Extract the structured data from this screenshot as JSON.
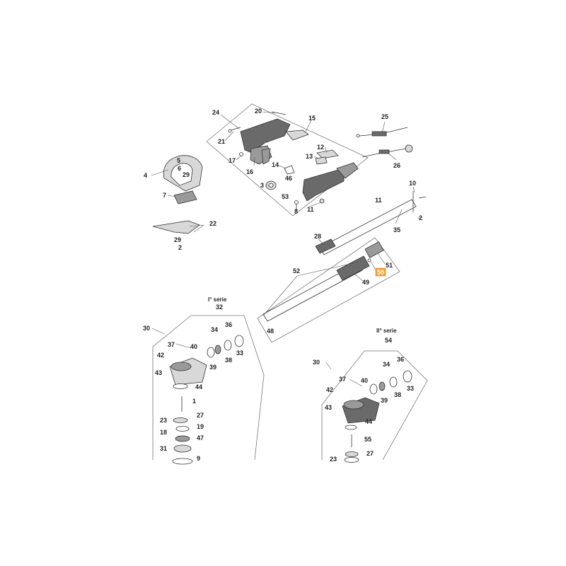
{
  "callouts": {
    "c24": "24",
    "c20": "20",
    "c15": "15",
    "c21": "21",
    "c17": "17",
    "c16": "16",
    "c12": "12",
    "c13": "13",
    "c14": "14",
    "c46": "46",
    "c3": "3",
    "c53": "53",
    "c8": "8",
    "c11a": "11",
    "c25": "25",
    "c26": "26",
    "c4": "4",
    "c5": "5",
    "c6": "6",
    "c29a": "29",
    "c7": "7",
    "c22": "22",
    "c29b": "29",
    "c2a": "2",
    "c10": "10",
    "c11b": "11",
    "c2b": "2",
    "c35": "35",
    "c28": "28",
    "c51": "51",
    "c50": "50",
    "c52": "52",
    "c49": "49",
    "c48": "48",
    "l30": "30",
    "l32": "32",
    "l37": "37",
    "l40": "40",
    "l34": "34",
    "l36": "36",
    "l42": "42",
    "l38": "38",
    "l33": "33",
    "l39": "39",
    "l43": "43",
    "l44": "44",
    "l1": "1",
    "l23": "23",
    "l27": "27",
    "l19": "19",
    "l18": "18",
    "l47": "47",
    "l31": "31",
    "l9": "9",
    "r30": "30",
    "r54": "54",
    "r37": "37",
    "r40": "40",
    "r34": "34",
    "r36": "36",
    "r42": "42",
    "r33": "33",
    "r39": "39",
    "r38": "38",
    "r43": "43",
    "r44": "44",
    "r55": "55",
    "r27": "27",
    "r23": "23"
  },
  "series_labels": {
    "first": "I° serie",
    "second": "II° serie"
  },
  "highlight_color": "#f2a23a"
}
